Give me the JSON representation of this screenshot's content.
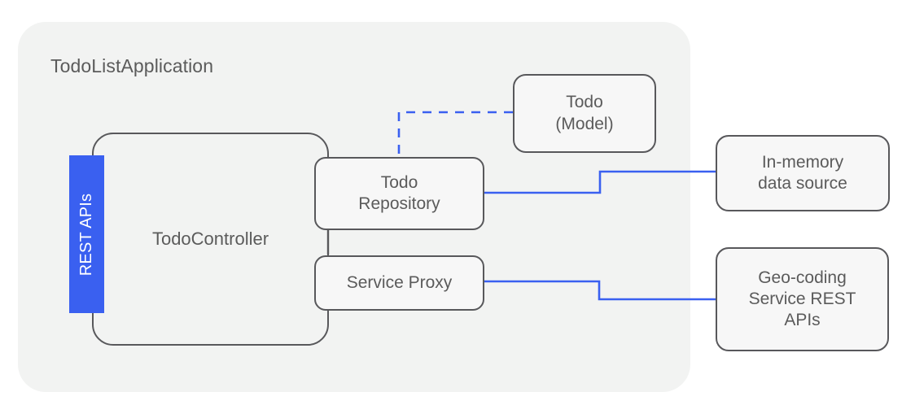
{
  "diagram": {
    "title": "TodoListApplication",
    "container_fill": "#f2f3f2",
    "node_stroke": "#58585b",
    "text_color": "#5b5b5b",
    "accent_blue": "#3a60f0",
    "nodes": {
      "controller": {
        "label": "TodoController"
      },
      "rest_apis": {
        "label": "REST APIs",
        "orientation": "vertical-bottom-up",
        "fill": "#3a60f0",
        "text": "#ffffff"
      },
      "repository": {
        "label": "Todo\nRepository"
      },
      "service_proxy": {
        "label": "Service Proxy"
      },
      "model": {
        "label": "Todo\n(Model)"
      },
      "in_memory": {
        "label": "In-memory\ndata source"
      },
      "geocoding": {
        "label": "Geo-coding\nService REST\nAPIs"
      }
    },
    "connectors": [
      {
        "name": "repository-to-model",
        "style": "dashed",
        "color": "#3a60f0"
      },
      {
        "name": "repository-to-in-memory",
        "style": "solid",
        "color": "#3a60f0"
      },
      {
        "name": "service-proxy-to-geocoding",
        "style": "solid",
        "color": "#3a60f0"
      },
      {
        "name": "repository-to-service-proxy",
        "style": "solid",
        "color": "#58585b"
      }
    ]
  }
}
